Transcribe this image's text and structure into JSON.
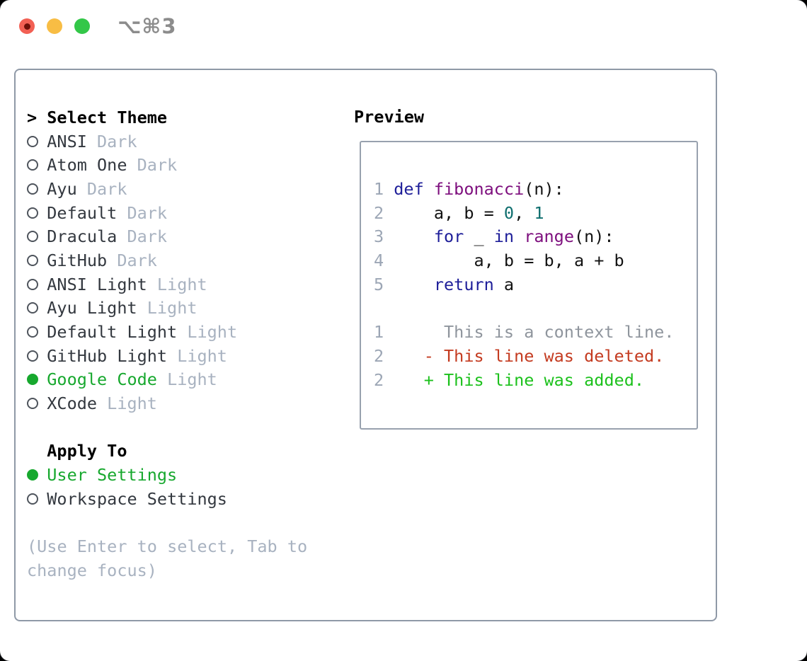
{
  "titlebar": {
    "shortcut": "⌥⌘3",
    "traffic_colors": {
      "close": "#f26054",
      "minimize": "#f8bd44",
      "zoom": "#33c748"
    }
  },
  "left_panel": {
    "cursor": ">",
    "header": "Select Theme",
    "themes": [
      {
        "name": "ANSI",
        "variant": "Dark",
        "selected": false
      },
      {
        "name": "Atom One",
        "variant": "Dark",
        "selected": false
      },
      {
        "name": "Ayu",
        "variant": "Dark",
        "selected": false
      },
      {
        "name": "Default",
        "variant": "Dark",
        "selected": false
      },
      {
        "name": "Dracula",
        "variant": "Dark",
        "selected": false
      },
      {
        "name": "GitHub",
        "variant": "Dark",
        "selected": false
      },
      {
        "name": "ANSI Light",
        "variant": "Light",
        "selected": false
      },
      {
        "name": "Ayu Light",
        "variant": "Light",
        "selected": false
      },
      {
        "name": "Default Light",
        "variant": "Light",
        "selected": false
      },
      {
        "name": "GitHub Light",
        "variant": "Light",
        "selected": false
      },
      {
        "name": "Google Code",
        "variant": "Light",
        "selected": true
      },
      {
        "name": "XCode",
        "variant": "Light",
        "selected": false
      }
    ],
    "apply_to": {
      "header": "Apply To",
      "options": [
        {
          "name": "User Settings",
          "selected": true
        },
        {
          "name": "Workspace Settings",
          "selected": false
        }
      ]
    },
    "help_lines": [
      "(Use Enter to select, Tab to",
      "change focus)"
    ]
  },
  "preview": {
    "header": "Preview",
    "code_lines": [
      {
        "num": "1",
        "segments": [
          {
            "t": "def",
            "c": "kw"
          },
          {
            "t": " ",
            "c": "plain"
          },
          {
            "t": "fibonacci",
            "c": "fn"
          },
          {
            "t": "(n):",
            "c": "plain"
          }
        ]
      },
      {
        "num": "2",
        "segments": [
          {
            "t": "    a, b = ",
            "c": "plain"
          },
          {
            "t": "0",
            "c": "num"
          },
          {
            "t": ", ",
            "c": "plain"
          },
          {
            "t": "1",
            "c": "num"
          }
        ]
      },
      {
        "num": "3",
        "segments": [
          {
            "t": "    ",
            "c": "plain"
          },
          {
            "t": "for",
            "c": "kw"
          },
          {
            "t": " _ ",
            "c": "plain"
          },
          {
            "t": "in",
            "c": "kw"
          },
          {
            "t": " ",
            "c": "plain"
          },
          {
            "t": "range",
            "c": "fn"
          },
          {
            "t": "(n):",
            "c": "plain"
          }
        ]
      },
      {
        "num": "4",
        "segments": [
          {
            "t": "        a, b = b, a + b",
            "c": "plain"
          }
        ]
      },
      {
        "num": "5",
        "segments": [
          {
            "t": "    ",
            "c": "plain"
          },
          {
            "t": "return",
            "c": "kw"
          },
          {
            "t": " a",
            "c": "plain"
          }
        ]
      }
    ],
    "diff_lines": [
      {
        "num": "1",
        "segments": [
          {
            "t": "     This is a context line.",
            "c": "ctx"
          }
        ]
      },
      {
        "num": "2",
        "segments": [
          {
            "t": "   ",
            "c": "plain"
          },
          {
            "t": "- This line was deleted.",
            "c": "del"
          }
        ]
      },
      {
        "num": "2",
        "segments": [
          {
            "t": "   ",
            "c": "plain"
          },
          {
            "t": "+ This line was added.",
            "c": "add"
          }
        ]
      }
    ]
  },
  "colors": {
    "selection_green": "#17a82e",
    "keyword": "#1e1e99",
    "function": "#7d0e7d",
    "number": "#0e6e6e",
    "deleted": "#c43b20",
    "added": "#1cc11c",
    "context": "#8f959d",
    "line_number": "#9ca6b5",
    "muted_gray": "#a8b2c0",
    "border_gray": "#8f99a7"
  }
}
